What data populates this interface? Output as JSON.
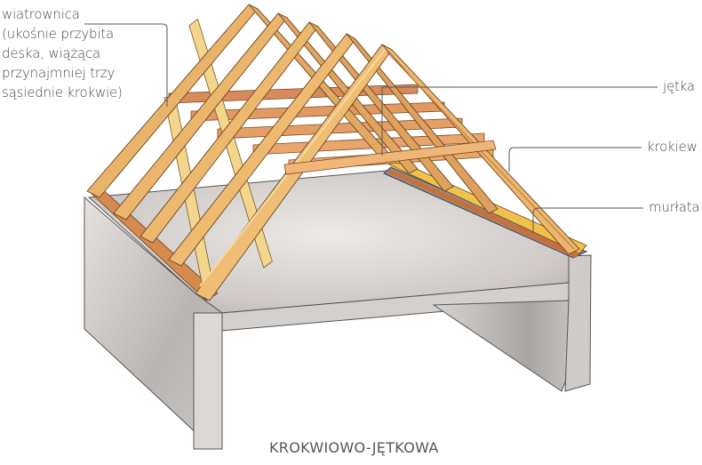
{
  "diagram": {
    "title": "KROKWIOWO-JĘTKOWA",
    "subject": "Roof truss structure (collar-beam rafter roof) on concrete walls",
    "colors": {
      "timber": "#eab36a",
      "timber_dark": "#c47a3c",
      "timber_shadow": "#9a5a30",
      "brace": "#f2d48a",
      "concrete": "#d8d4d2",
      "concrete_dark": "#a8a4a2",
      "leader_line": "#555555",
      "label_text": "#4a4a4a"
    },
    "labels": {
      "wiatrownica": {
        "lines": [
          "wiatrownica",
          "(ukośnie przybita",
          "deska, wiążąca",
          "przynajmniej trzy",
          "sąsiednie krokwie)"
        ]
      },
      "jetka": "jętka",
      "krokiew": "krokiew",
      "murlata": "murłata"
    }
  }
}
